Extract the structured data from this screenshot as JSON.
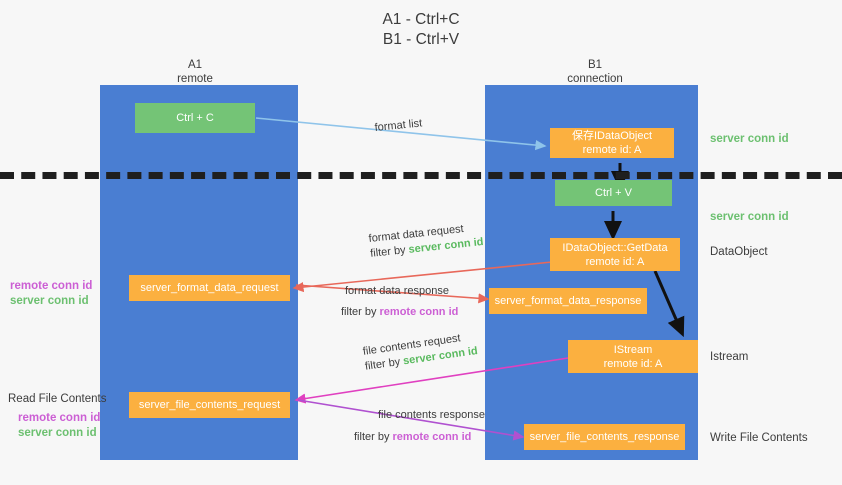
{
  "title": "A1 - Ctrl+C\nB1 - Ctrl+V",
  "columns": [
    {
      "id": "a1",
      "heading": "A1\nremote"
    },
    {
      "id": "b1",
      "heading": "B1\nconnection"
    }
  ],
  "nodes": {
    "ctrl_c": "Ctrl + C",
    "ctrl_v": "Ctrl + V",
    "save_idataobject": "保存IDataObject\nremote id: A",
    "idataobject_getdata": "IDataObject::GetData\nremote id: A",
    "istream": "IStream\nremote id: A",
    "server_format_data_request": "server_format_data_request",
    "server_format_data_response": "server_format_data_response",
    "server_file_contents_request": "server_file_contents_request",
    "server_file_contents_response": "server_file_contents_response"
  },
  "edge_labels": {
    "format_list": "format list",
    "format_data_request": "format data request",
    "format_data_request_filter_prefix": "filter by ",
    "format_data_request_filter_value": "server conn id",
    "format_data_response": "format data response",
    "format_data_response_filter_prefix": "filter by ",
    "format_data_response_filter_value": "remote conn id",
    "file_contents_request": "file contents request",
    "file_contents_request_filter_prefix": "filter by ",
    "file_contents_request_filter_value": "server conn id",
    "file_contents_response": "file contents response",
    "file_contents_response_filter_prefix": "filter by ",
    "file_contents_response_filter_value": "remote conn id"
  },
  "right_labels": {
    "server_conn_id_top": "server conn id",
    "server_conn_id_mid": "server conn id",
    "dataobject": "DataObject",
    "istream": "Istream",
    "write_file_contents": "Write File Contents"
  },
  "left_labels": {
    "remote_conn_id_mid": "remote conn id",
    "server_conn_id_mid": "server conn id",
    "read_file_contents": "Read File Contents",
    "remote_conn_id_bottom": "remote conn id",
    "server_conn_id_bottom": "server conn id"
  },
  "colors": {
    "column": "#4a7ed2",
    "node_orange": "#fbb040",
    "node_green": "#74c476",
    "server_conn_id": "#5aba5f",
    "remote_conn_id": "#cc5fd4",
    "arrow_light_blue": "#8fc4ea",
    "arrow_red": "#e8685a",
    "arrow_magenta": "#e040c0",
    "arrow_purple": "#b051d0",
    "arrow_black": "#111111",
    "divider": "#1f1f1f",
    "background": "#f7f7f7"
  }
}
